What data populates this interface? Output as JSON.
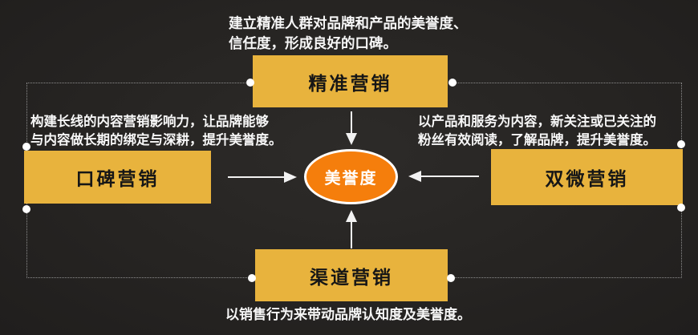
{
  "diagram": {
    "title_hint": "reputation-marketing-diagram",
    "center": {
      "label": "美誉度"
    },
    "nodes": {
      "top": {
        "label": "精准营销"
      },
      "left": {
        "label": "口碑营销"
      },
      "right": {
        "label": "双微营销"
      },
      "bottom": {
        "label": "渠道营销"
      }
    },
    "notes": {
      "top": {
        "line1": "建立精准人群对品牌和产品的美誉度、",
        "line2": "信任度，形成良好的口碑。"
      },
      "left": {
        "line1": "构建长线的内容营销影响力，让品牌能够",
        "line2": "与内容做长期的绑定与深耕，提升美誉度。"
      },
      "right": {
        "line1": "以产品和服务为内容，新关注或已关注的",
        "line2": "粉丝有效阅读，了解品牌，提升美誉度。"
      },
      "bottom": {
        "line1": "以销售行为来带动品牌认知度及美誉度。"
      }
    },
    "colors": {
      "background": "#262422",
      "box_fill": "#E8B33D",
      "box_text": "#161616",
      "center_fill": "#F57E0C",
      "center_stroke": "#FFFFFF",
      "note_text": "#F7F7F7",
      "dotted_line": "#8F8F8F",
      "connector_dot": "#FFFFFF",
      "arrow": "#F2F2F2"
    }
  }
}
